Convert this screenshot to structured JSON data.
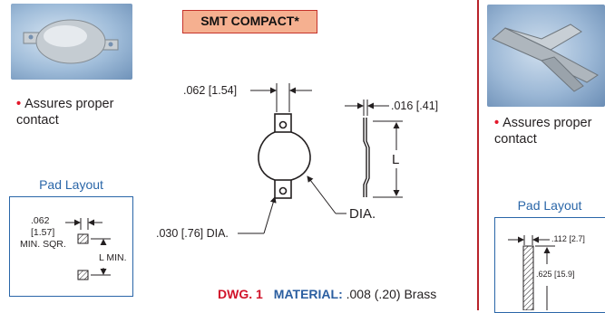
{
  "left_panel": {
    "bullet": "Assures proper contact",
    "pad_title": "Pad Layout",
    "pad_dim_in": ".062",
    "pad_dim_mm": "[1.57]",
    "pad_dim_note": "MIN. SQR.",
    "pad_l_label": "L MIN."
  },
  "center": {
    "badge": "SMT COMPACT*",
    "dim_width": ".062 [1.54]",
    "dim_thickness": ".016 [.41]",
    "dim_hole": ".030 [.76] DIA.",
    "label_dia": "DIA.",
    "label_l": "L",
    "dwg_label": "DWG. 1",
    "material_label": "MATERIAL:",
    "material_value": ".008 (.20) Brass"
  },
  "right_panel": {
    "bullet": "Assures proper contact",
    "pad_title": "Pad Layout",
    "pad_dim_width": ".112 [2.7]",
    "pad_dim_length": ".625 [15.9]"
  },
  "colors": {
    "accent_red": "#e3172a",
    "pad_blue": "#2a66a8",
    "badge_fill": "#f5b090",
    "divider": "#b8232b"
  }
}
